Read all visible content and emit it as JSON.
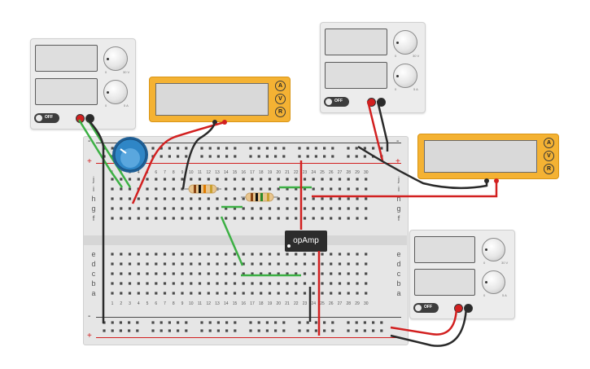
{
  "power_supply_left": {
    "toggle_label": "OFF",
    "voltage_dial_scale": [
      "0",
      "30 V"
    ],
    "current_dial_scale": [
      "0",
      "5 A"
    ]
  },
  "power_supply_top_right": {
    "toggle_label": "OFF",
    "voltage_dial_scale": [
      "0",
      "30 V"
    ],
    "current_dial_scale": [
      "0",
      "5 A"
    ]
  },
  "power_supply_bottom_right": {
    "toggle_label": "OFF",
    "voltage_dial_scale": [
      "0",
      "30 V"
    ],
    "current_dial_scale": [
      "0",
      "5 A"
    ]
  },
  "multimeter_top": {
    "buttons": [
      "A",
      "V",
      "R"
    ]
  },
  "multimeter_right": {
    "buttons": [
      "A",
      "V",
      "R"
    ]
  },
  "opamp": {
    "label": "opAmp"
  },
  "breadboard": {
    "rail_signs": [
      "-",
      "+"
    ],
    "row_letters_top": [
      "j",
      "i",
      "h",
      "g",
      "f"
    ],
    "row_letters_bottom": [
      "e",
      "d",
      "c",
      "b",
      "a"
    ],
    "column_numbers": [
      "1",
      "2",
      "3",
      "4",
      "5",
      "6",
      "7",
      "8",
      "9",
      "10",
      "11",
      "12",
      "13",
      "14",
      "15",
      "16",
      "17",
      "18",
      "19",
      "20",
      "21",
      "22",
      "23",
      "24",
      "25",
      "26",
      "27",
      "28",
      "29",
      "30"
    ]
  },
  "colors": {
    "wire_red": "#d22020",
    "wire_black": "#2a2a2a",
    "wire_green": "#3cb044",
    "multimeter_body": "#f4b233",
    "potentiometer": "#2f86c6"
  }
}
